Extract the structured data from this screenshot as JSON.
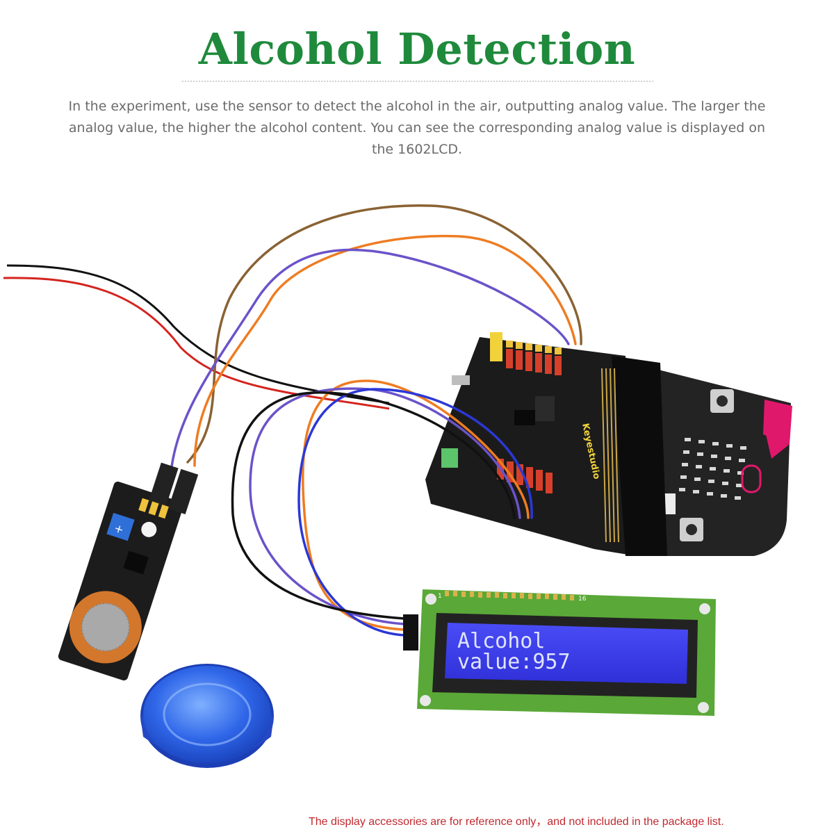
{
  "header": {
    "title": "Alcohol Detection",
    "description": "In the experiment, use the sensor to detect the alcohol in the air, outputting analog value. The larger the analog value, the higher the alcohol content. You can see the corresponding analog value is displayed on the 1602LCD."
  },
  "board": {
    "brand": "Keyestudio"
  },
  "lcd": {
    "line1": "Alcohol",
    "line2": "value:957",
    "pin_start": "1",
    "pin_end": "16"
  },
  "footer": {
    "disclaimer": "The display accessories are for reference only，and not included in the package list."
  },
  "colors": {
    "title_green": "#1f8a3c",
    "lcd_blue": "#3c3ef0",
    "pcb_black": "#1b1b1b",
    "microbit_pink": "#e0186c",
    "disclaimer_red": "#c0282e"
  }
}
